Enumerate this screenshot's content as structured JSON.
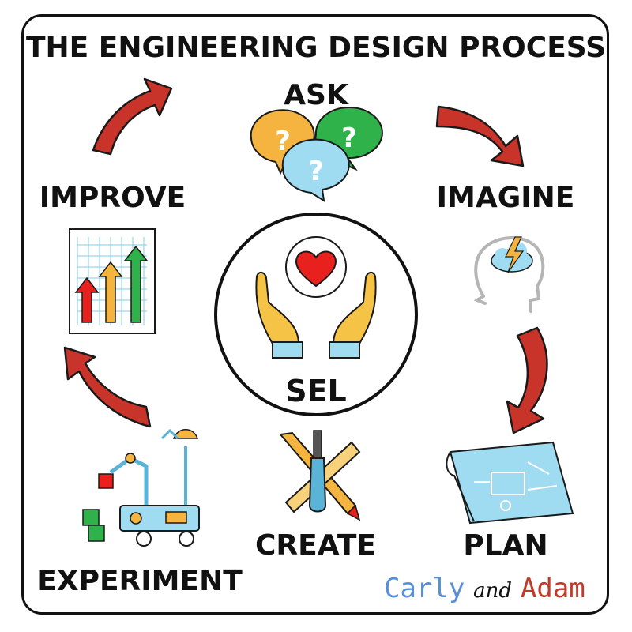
{
  "title": "THE ENGINEERING DESIGN PROCESS",
  "steps": {
    "ask": "ASK",
    "imagine": "IMAGINE",
    "plan": "PLAN",
    "create": "CREATE",
    "experiment": "EXPERIMENT",
    "improve": "IMPROVE"
  },
  "center": {
    "label": "SEL"
  },
  "icons": {
    "ask": "question-bubbles-icon",
    "imagine": "head-thinking-icon",
    "plan": "blueprint-icon",
    "create": "tools-icon",
    "experiment": "robot-rover-icon",
    "improve": "growth-chart-icon",
    "center": "hands-heart-icon"
  },
  "brand": {
    "part1": "Carly",
    "part2": "and",
    "part3": "Adam"
  },
  "colors": {
    "arrow": "#c8342a",
    "bubble_orange": "#f4b43f",
    "bubble_green": "#2fb24a",
    "bubble_blue": "#9fdcf2",
    "heart": "#e8211f",
    "hand": "#f5c447",
    "sleeve": "#9fdcf2"
  }
}
